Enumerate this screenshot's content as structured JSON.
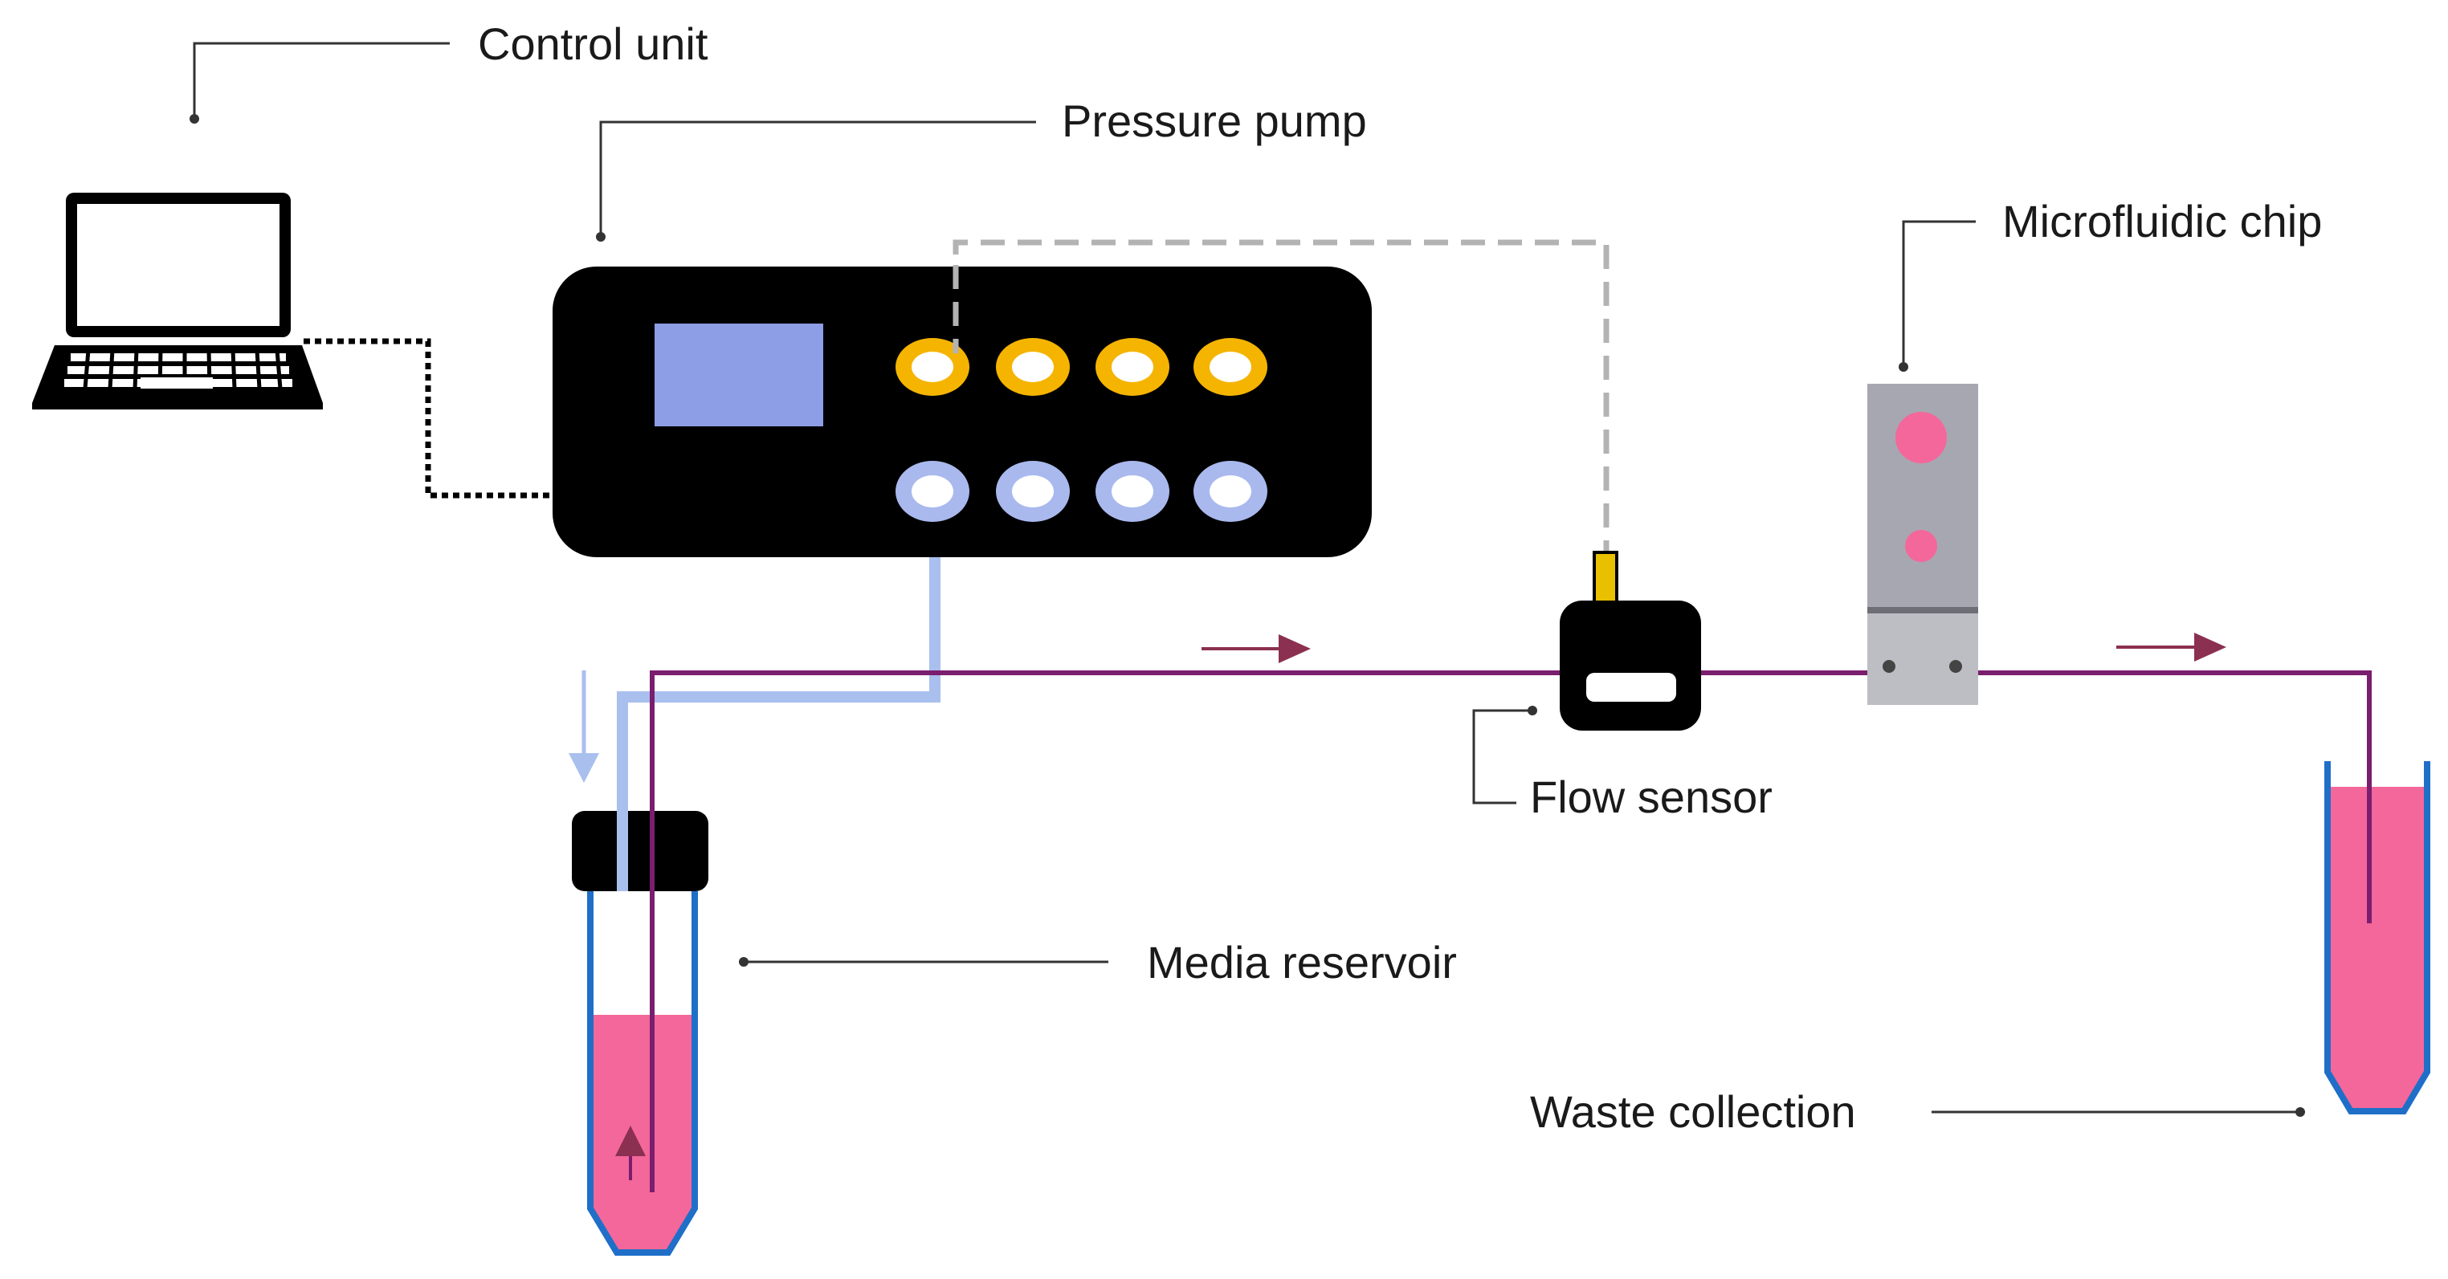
{
  "labels": {
    "control_unit": "Control unit",
    "pressure_pump": "Pressure pump",
    "microfluidic_chip": "Microfluidic chip",
    "flow_sensor": "Flow sensor",
    "media_reservoir": "Media reservoir",
    "waste_collection": "Waste collection"
  },
  "colors": {
    "pump_body": "#000000",
    "pump_screen": "#8d9ee6",
    "pressure_port": "#f5b400",
    "outlet_port": "#a9b9ee",
    "pressure_tube": "#a9bfee",
    "fluid_line": "#7a1e6e",
    "flow_arrow": "#8b3050",
    "media": "#f4679a",
    "tube_outline": "#1f6fc8",
    "chip": "#a7a7b2",
    "sensor_signal": "#e8c000",
    "dashed_signal": "#b3b3b3",
    "leader_line": "#333333"
  },
  "icons": {
    "computer": "laptop-icon",
    "pump": "pressure-pump-icon",
    "sensor": "flow-sensor-icon",
    "chip": "microfluidic-chip-icon",
    "reservoir": "falcon-tube-icon",
    "waste": "waste-tube-icon"
  }
}
